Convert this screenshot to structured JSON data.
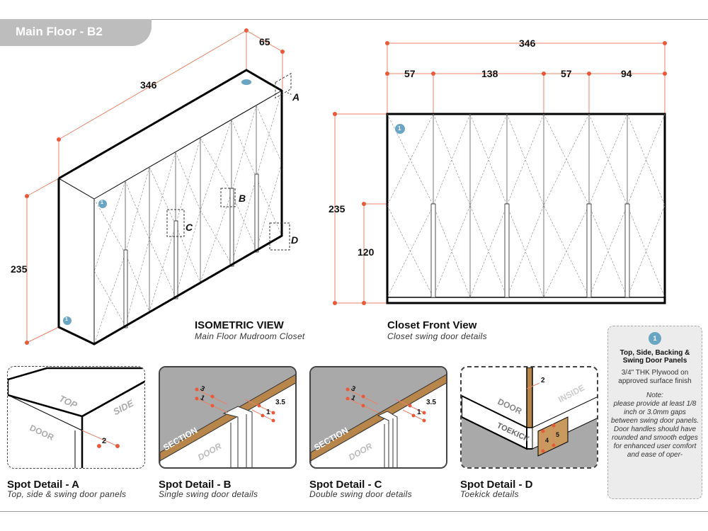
{
  "header": {
    "tab_title": "Main Floor - B2"
  },
  "isometric": {
    "title": "ISOMETRIC VIEW",
    "subtitle": "Main Floor Mudroom Closet",
    "dims": {
      "width": "346",
      "depth": "65",
      "height": "235"
    },
    "callouts": {
      "a": "A",
      "b": "B",
      "c": "C",
      "d": "D"
    },
    "marker": "1"
  },
  "front": {
    "title": "Closet Front View",
    "subtitle": "Closet swing door details",
    "dims": {
      "total": "346",
      "seg1": "57",
      "seg2": "138",
      "seg3": "57",
      "seg4": "94",
      "height": "235",
      "handle": "120"
    },
    "marker": "1"
  },
  "details": [
    {
      "title": "Spot Detail - A",
      "subtitle": "Top, side & swing door panels",
      "labels": {
        "top": "TOP",
        "side": "SIDE",
        "door": "DOOR"
      },
      "dim": "2"
    },
    {
      "title": "Spot Detail - B",
      "subtitle": "Single swing door details",
      "labels": {
        "section": "SECTION",
        "door": "DOOR"
      },
      "dims": [
        "3",
        "1",
        "3.5",
        "1"
      ]
    },
    {
      "title": "Spot Detail - C",
      "subtitle": "Double swing door details",
      "labels": {
        "section": "SECTION",
        "door": "DOOR"
      },
      "dims": [
        "3",
        "1",
        "3.5",
        "1"
      ]
    },
    {
      "title": "Spot Detail - D",
      "subtitle": "Toekick details",
      "labels": {
        "door": "DOOR",
        "toekick": "TOEKICK",
        "inside": "INSIDE"
      },
      "dims": [
        "2",
        "4",
        "5"
      ]
    }
  ],
  "legend": {
    "marker": "1",
    "heading": "Top, Side, Backing & Swing Door Panels",
    "material": "3/4\" THK Plywood on approved surface finish",
    "note_label": "Note:",
    "note": "please provide at least 1/8 inch or 3.0mm gaps between swing door panels. Door handles should have rounded and smooth edges for enhanced user comfort and ease of oper-"
  },
  "colors": {
    "dimension": "#e8836a",
    "dot": "#e85a3a",
    "marker": "#6aa6c3",
    "wood": "#b8864b",
    "panel_grey": "#a9a9a9"
  }
}
